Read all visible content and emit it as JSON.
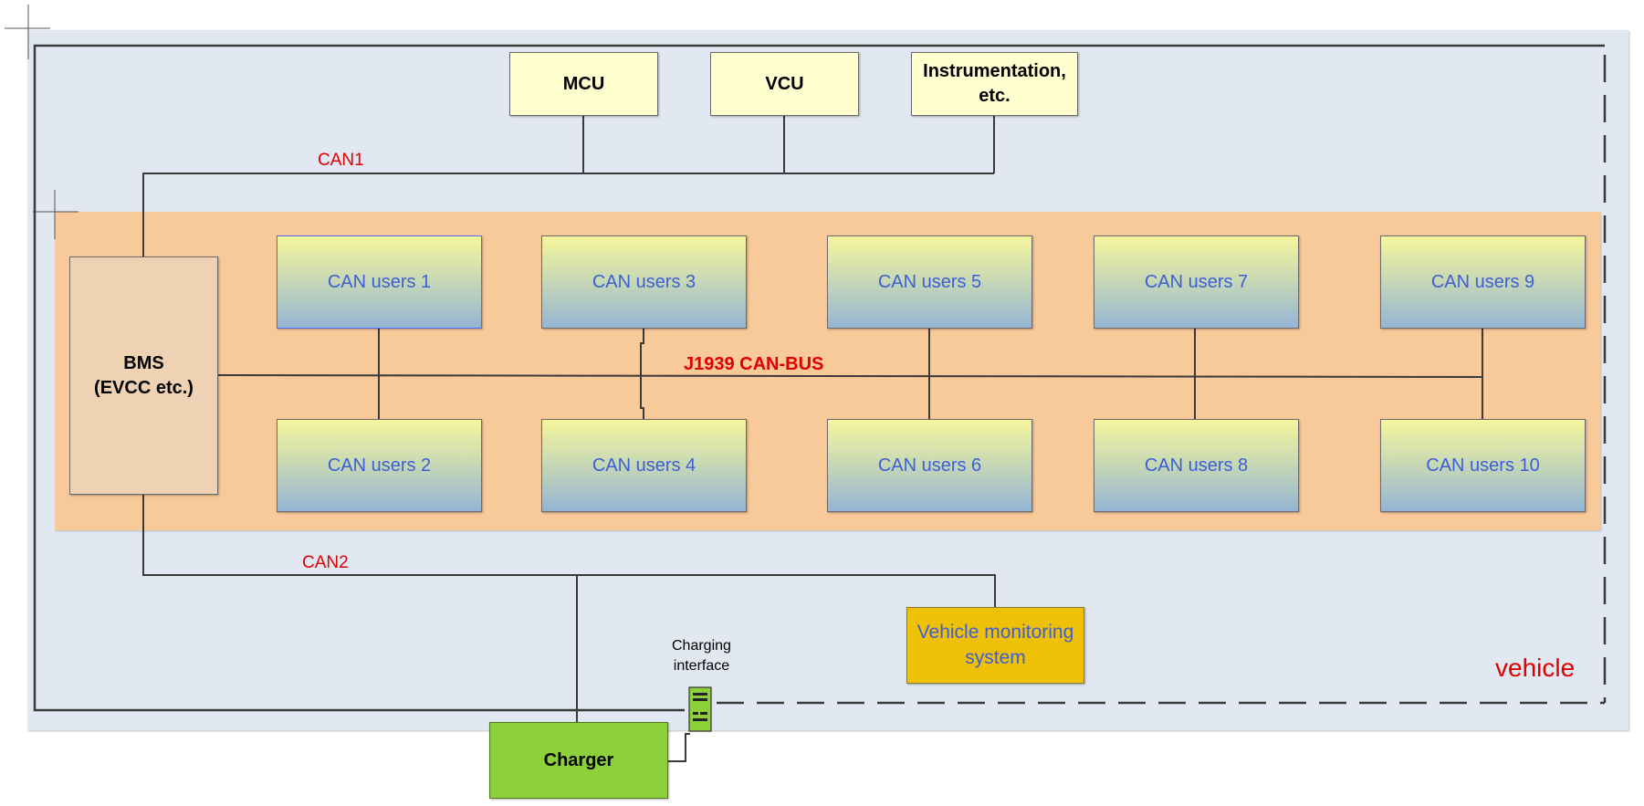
{
  "nodes": {
    "mcu": "MCU",
    "vcu": "VCU",
    "instrumentation": "Instrumentation,\netc.",
    "bms": "BMS\n(EVCC etc.)",
    "monitoring": "Vehicle monitoring\nsystem",
    "charger": "Charger"
  },
  "can_users": [
    "CAN users 1",
    "CAN users 2",
    "CAN users 3",
    "CAN users 4",
    "CAN users 5",
    "CAN users 6",
    "CAN users 7",
    "CAN users 8",
    "CAN users 9",
    "CAN users 10"
  ],
  "labels": {
    "can1": "CAN1",
    "bus": "J1939 CAN-BUS",
    "can2": "CAN2",
    "charging_interface": "Charging\ninterface",
    "vehicle": "vehicle"
  },
  "colors": {
    "vehicle_region": "#e2e8f1",
    "can_region": "#f8c999",
    "ecu_fill": "#ffffcf",
    "bms_fill": "#efd1b3",
    "monitoring_fill": "#eec107",
    "charger_fill": "#8cd13a",
    "label_red": "#e00000",
    "can_user_text": "#3d5fd6"
  }
}
